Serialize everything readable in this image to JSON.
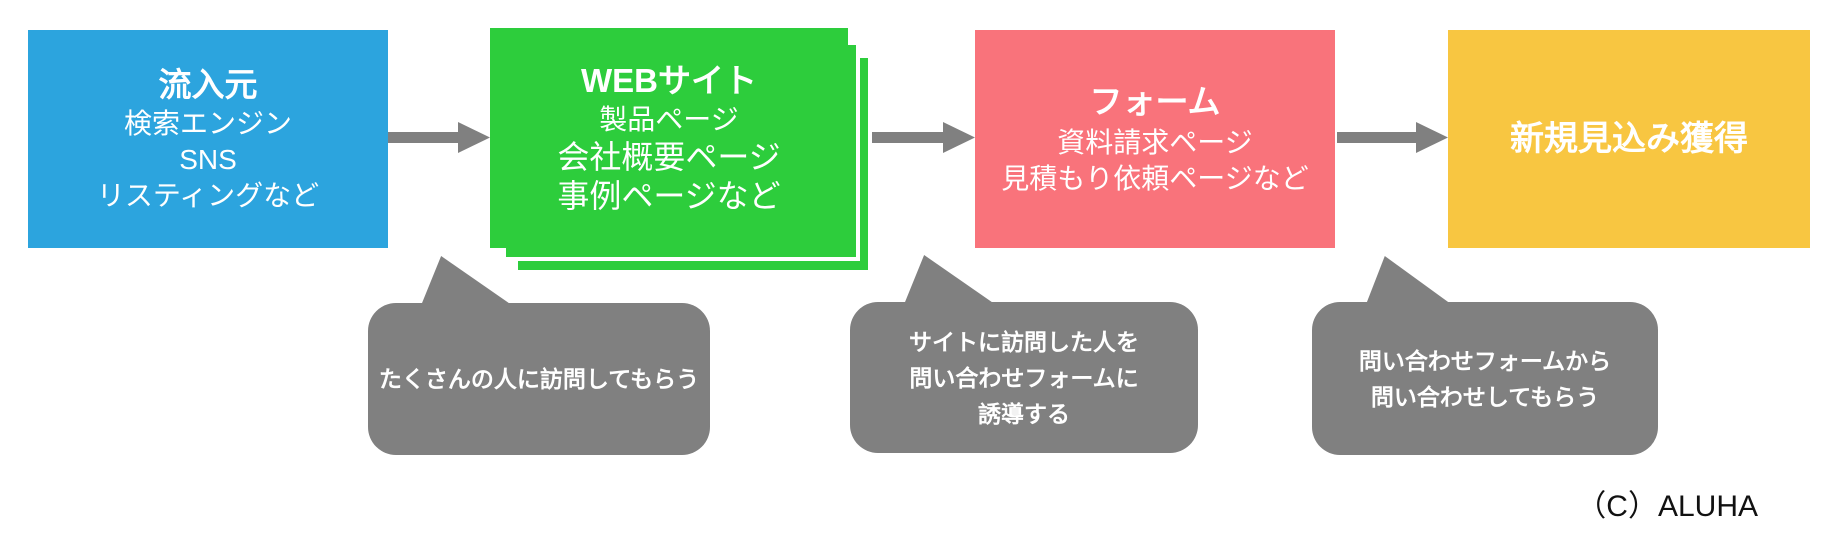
{
  "diagram": {
    "boxes": {
      "source": {
        "title": "流入元",
        "lines": [
          "検索エンジン",
          "SNS",
          "リスティングなど"
        ],
        "color": "#2CA4DE"
      },
      "website": {
        "title": "WEBサイト",
        "lines": [
          "製品ページ",
          "会社概要ページ",
          "事例ページなど"
        ],
        "color": "#2DCD3C"
      },
      "form": {
        "title": "フォーム",
        "lines": [
          "資料請求ページ",
          "見積もり依頼ページなど"
        ],
        "color": "#F9737B"
      },
      "goal": {
        "title": "新規見込み獲得",
        "color": "#F8C641"
      }
    },
    "callouts": {
      "visit": {
        "lines": [
          "たくさんの人に訪問してもらう"
        ]
      },
      "guide": {
        "lines": [
          "サイトに訪問した人を",
          "問い合わせフォームに",
          "誘導する"
        ]
      },
      "inquire": {
        "lines": [
          "問い合わせフォームから",
          "問い合わせしてもらう"
        ]
      }
    },
    "colors": {
      "arrow": "#808080",
      "callout": "#808080"
    },
    "copyright": "（C）ALUHA"
  }
}
